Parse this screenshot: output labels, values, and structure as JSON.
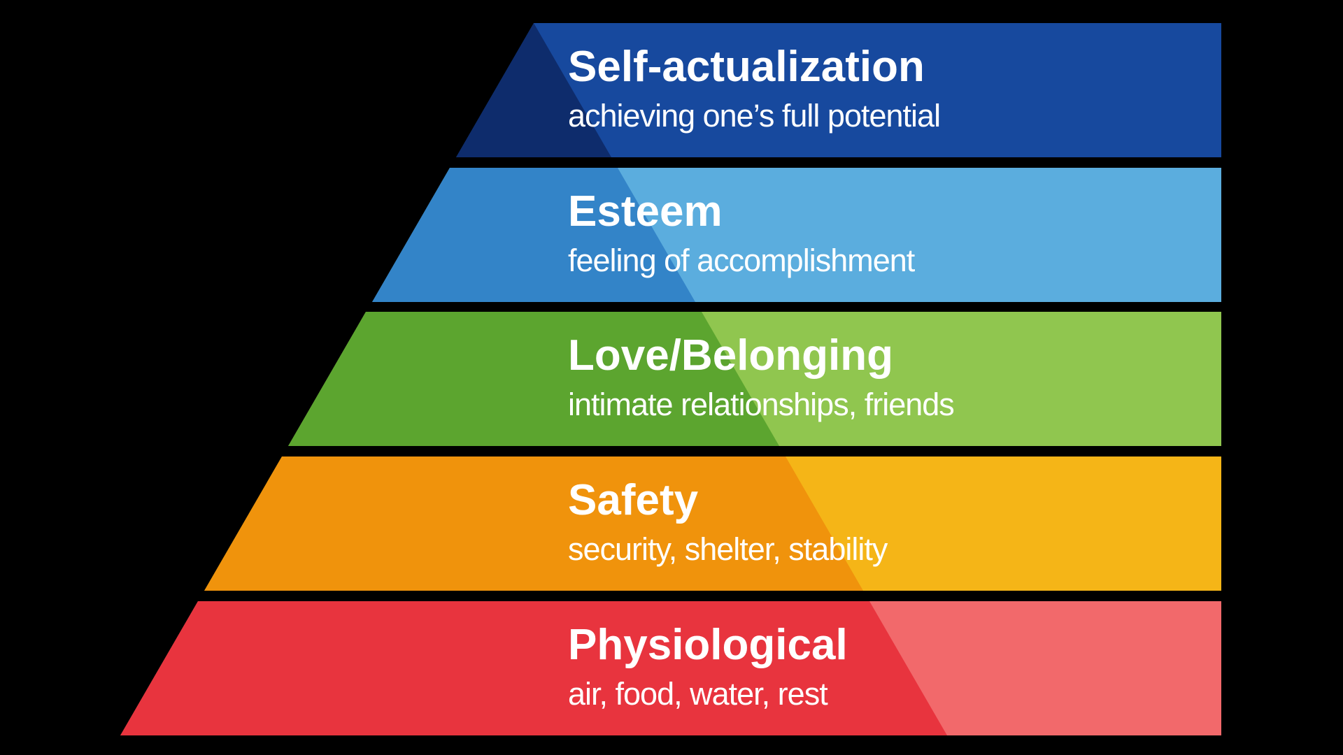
{
  "page": {
    "background_color": "#000000",
    "text_color": "#FFFFFF"
  },
  "pyramid": {
    "levels": [
      {
        "title": "Self-actualization",
        "subtitle": "achieving one’s full potential",
        "colors": {
          "dark_left": "#0E2C6C",
          "light_right": "#17499E"
        }
      },
      {
        "title": "Esteem",
        "subtitle": "feeling of accomplishment",
        "colors": {
          "dark_left": "#3384C8",
          "light_right": "#5BADDE"
        }
      },
      {
        "title": "Love/Belonging",
        "subtitle": "intimate relationships, friends",
        "colors": {
          "dark_left": "#5CA52F",
          "light_right": "#90C64F"
        }
      },
      {
        "title": "Safety",
        "subtitle": "security, shelter, stability",
        "colors": {
          "dark_left": "#F0930C",
          "light_right": "#F5B517"
        }
      },
      {
        "title": "Physiological",
        "subtitle": "air, food, water, rest",
        "colors": {
          "dark_left": "#E8343E",
          "light_right": "#F2696B"
        }
      }
    ]
  }
}
